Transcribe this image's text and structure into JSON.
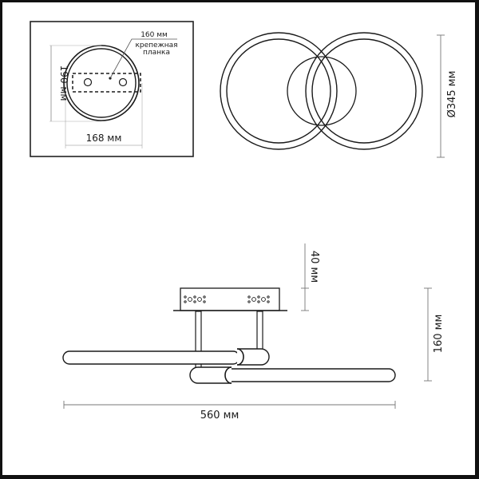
{
  "drawing": {
    "top_left_view": {
      "height_label": "190 мм",
      "width_label": "168 мм",
      "plate_length_label": "160 мм",
      "plate_name_line1": "крепежная",
      "plate_name_line2": "планка"
    },
    "top_right_view": {
      "diameter_label": "Ø345 мм"
    },
    "side_view": {
      "base_height_label": "40 мм",
      "total_height_label": "160 мм",
      "total_width_label": "560 мм"
    }
  },
  "colors": {
    "line": "#1a1a1a",
    "dimension_line": "#777777",
    "frame": "#111111",
    "background": "#ffffff"
  }
}
